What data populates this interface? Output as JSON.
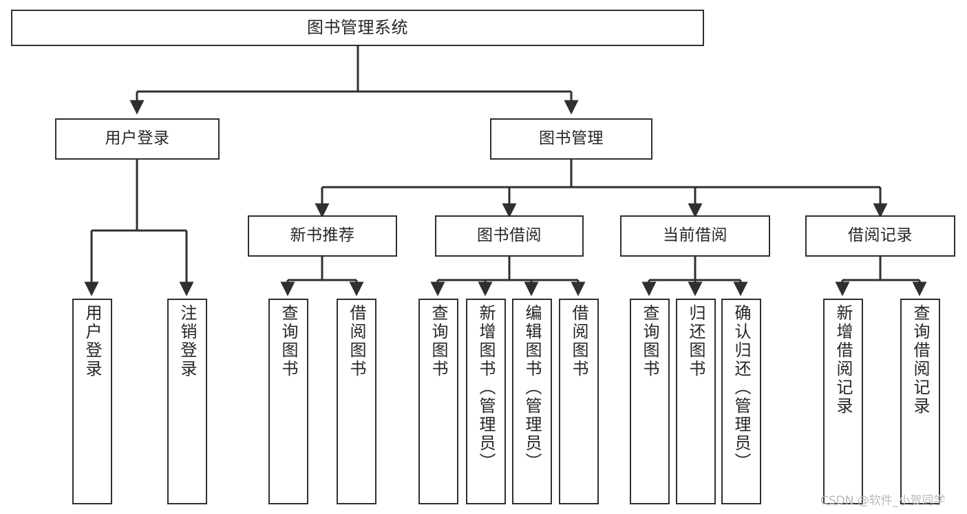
{
  "diagram": {
    "type": "tree-hierarchy",
    "title": "图书管理系统",
    "root": {
      "label": "图书管理系统"
    },
    "level1": [
      {
        "id": "user-login",
        "label": "用户登录"
      },
      {
        "id": "book-management",
        "label": "图书管理"
      }
    ],
    "level2": [
      {
        "id": "new-book-recommend",
        "label": "新书推荐",
        "parent": "book-management"
      },
      {
        "id": "book-borrow",
        "label": "图书借阅",
        "parent": "book-management"
      },
      {
        "id": "current-borrow",
        "label": "当前借阅",
        "parent": "book-management"
      },
      {
        "id": "borrow-record",
        "label": "借阅记录",
        "parent": "book-management"
      }
    ],
    "leaves": [
      {
        "id": "leaf-user-login",
        "label": "用户登录",
        "parent": "user-login"
      },
      {
        "id": "leaf-logout-login",
        "label": "注销登录",
        "parent": "user-login"
      },
      {
        "id": "leaf-query-book-1",
        "label": "查询图书",
        "parent": "new-book-recommend"
      },
      {
        "id": "leaf-borrow-book-1",
        "label": "借阅图书",
        "parent": "new-book-recommend"
      },
      {
        "id": "leaf-query-book-2",
        "label": "查询图书",
        "parent": "book-borrow"
      },
      {
        "id": "leaf-add-book-admin",
        "label": "新增图书（管理员）",
        "parent": "book-borrow"
      },
      {
        "id": "leaf-edit-book-admin",
        "label": "编辑图书（管理员）",
        "parent": "book-borrow"
      },
      {
        "id": "leaf-borrow-book-2",
        "label": "借阅图书",
        "parent": "book-borrow"
      },
      {
        "id": "leaf-query-book-3",
        "label": "查询图书",
        "parent": "current-borrow"
      },
      {
        "id": "leaf-return-book",
        "label": "归还图书",
        "parent": "current-borrow"
      },
      {
        "id": "leaf-confirm-return-admin",
        "label": "确认归还（管理员）",
        "parent": "current-borrow"
      },
      {
        "id": "leaf-add-borrow-record",
        "label": "新增借阅记录",
        "parent": "borrow-record"
      },
      {
        "id": "leaf-query-borrow-record",
        "label": "查询借阅记录",
        "parent": "borrow-record"
      }
    ]
  },
  "watermark": {
    "text": "CSDN @软件_小贺同学"
  },
  "colors": {
    "stroke": "#2f2f2f",
    "background": "#ffffff",
    "text": "#262626",
    "watermark": "#b9b9b9"
  }
}
